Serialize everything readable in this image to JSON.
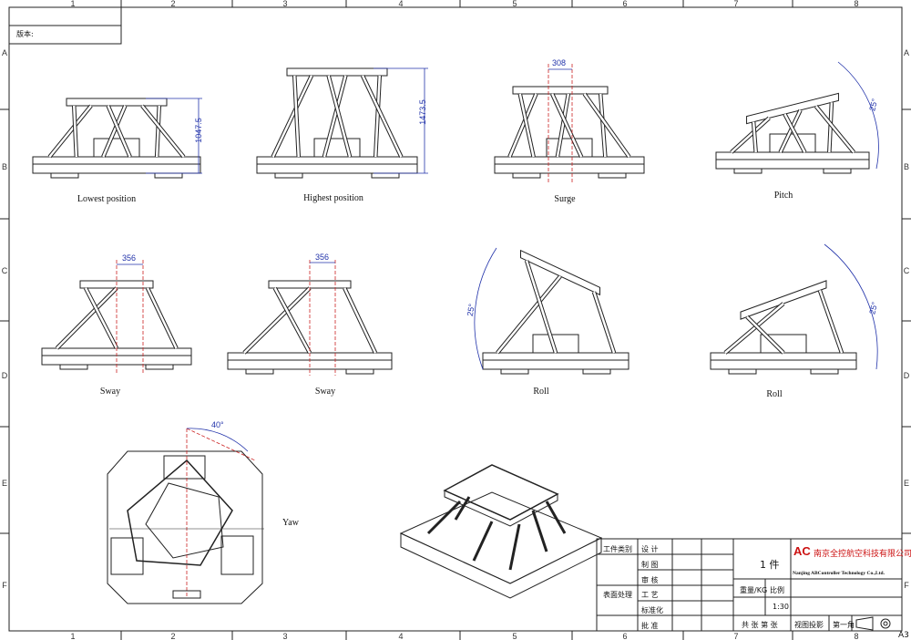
{
  "sheet": {
    "columns": [
      "1",
      "2",
      "3",
      "4",
      "5",
      "6",
      "7",
      "8"
    ],
    "rows": [
      "A",
      "B",
      "C",
      "D",
      "E",
      "F"
    ],
    "sheet_size": "A3",
    "version_label": "版本:"
  },
  "views": [
    {
      "label": "Lowest position",
      "dimension": "1047.5"
    },
    {
      "label": "Highest position",
      "dimension": "1473.5"
    },
    {
      "label": "Surge",
      "dimension": "308"
    },
    {
      "label": "Pitch",
      "dimension": "25°"
    },
    {
      "label": "Sway",
      "dimension": "356"
    },
    {
      "label": "Sway",
      "dimension": "356"
    },
    {
      "label": "Roll",
      "dimension": "25°"
    },
    {
      "label": "Roll",
      "dimension": "25°"
    },
    {
      "label": "Yaw",
      "dimension": "40°"
    }
  ],
  "title_block": {
    "workpiece_category": "工件类别",
    "surface_treatment": "表面处理",
    "design": "设 计",
    "drafting": "制 图",
    "review": "审 核",
    "process": "工 艺",
    "standardization": "标准化",
    "approval": "批 准",
    "quantity": "1 件",
    "weight": "重量/KG",
    "scale_label": "比例",
    "scale": "1:30",
    "sheets": "共 张 第 张",
    "projection": "视图投影",
    "projection_angle": "第一角",
    "company_logo": "AC",
    "company_cn": "南京全控航空科技有限公司",
    "company_en": "Nanjing ABController Technology Co.,Ltd.",
    "accent_color": "#cc1111"
  }
}
